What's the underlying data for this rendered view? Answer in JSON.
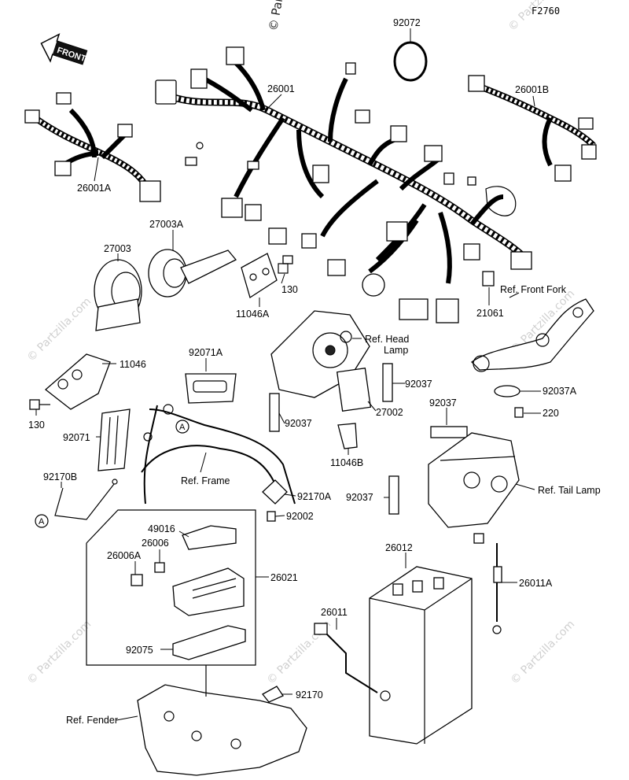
{
  "figure_code": "F2760",
  "watermarks": {
    "copyright_top": "© Partzilla.com",
    "w1": "© Partzilla.com",
    "w2": "© Partzilla.com",
    "w3": "© Partzilla.com",
    "w4": "© Partzilla.com",
    "w5": "© Partzilla.com",
    "w6": "© Partzilla.com"
  },
  "front_arrow": {
    "label": "FRONT"
  },
  "labels": {
    "p26001": "26001",
    "p26001A": "26001A",
    "p26001B": "26001B",
    "p92072": "92072",
    "p27003A": "27003A",
    "p27003": "27003",
    "p130_top": "130",
    "p11046A": "11046A",
    "p21061": "21061",
    "ref_front_fork": "Ref. Front Fork",
    "ref_head_lamp_1": "Ref. Head",
    "ref_head_lamp_2": "Lamp",
    "p92071A": "92071A",
    "p11046": "11046",
    "p92037_a": "92037",
    "p92037A": "92037A",
    "p220": "220",
    "p27002": "27002",
    "p92037_b": "92037",
    "p92037_c": "92037",
    "p130_left": "130",
    "p92071": "92071",
    "p11046B": "11046B",
    "ref_frame": "Ref. Frame",
    "p92170B": "92170B",
    "circle_a": "A",
    "p92170A": "92170A",
    "p92037_d": "92037",
    "ref_tail_lamp": "Ref. Tail Lamp",
    "p92002": "92002",
    "p49016": "49016",
    "p26006": "26006",
    "p26006A": "26006A",
    "p26021": "26021",
    "p26012": "26012",
    "p26011A": "26011A",
    "p26011": "26011",
    "p92075": "92075",
    "p92170": "92170",
    "ref_fender": "Ref. Fender"
  }
}
